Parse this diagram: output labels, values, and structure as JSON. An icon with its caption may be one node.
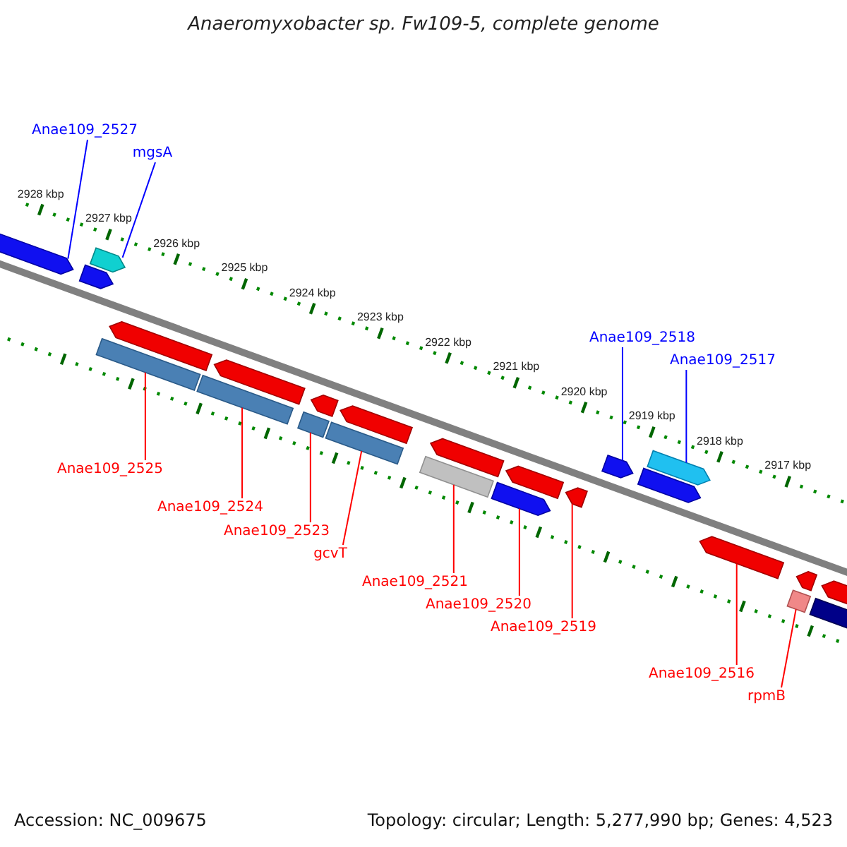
{
  "diagram": {
    "title": "Anaeromyxobacter sp. Fw109-5, complete genome",
    "nodes": [
      {
        "text": [
          "Anae109_2527"
        ]
      },
      {
        "text": [
          "mgsA"
        ]
      },
      {
        "text": [
          "Anae109_2518"
        ]
      },
      {
        "text": [
          "Anae109_2517"
        ]
      },
      {
        "text": [
          "Anae109_2525"
        ]
      },
      {
        "text": [
          "Anae109_2524"
        ]
      },
      {
        "text": [
          "Anae109_2523"
        ]
      },
      {
        "text": [
          "gcvT"
        ]
      },
      {
        "text": [
          "Anae109_2521"
        ]
      },
      {
        "text": [
          "Anae109_2520"
        ]
      },
      {
        "text": [
          "Anae109_2519"
        ]
      },
      {
        "text": [
          "Anae109_2516"
        ]
      },
      {
        "text": [
          "rpmB"
        ]
      },
      {
        "text": [],
        "shape": "arrow"
      },
      {
        "text": [],
        "shape": "arrow"
      },
      {
        "text": [],
        "shape": "arrow"
      },
      {
        "text": [],
        "shape": "bar"
      },
      {
        "text": [],
        "shape": "arrow"
      },
      {
        "text": [],
        "shape": "bar"
      },
      {
        "text": [],
        "shape": "arrow"
      },
      {
        "text": [],
        "shape": "bar"
      },
      {
        "text": [],
        "shape": "arrow"
      },
      {
        "text": [],
        "shape": "bar"
      },
      {
        "text": [],
        "shape": "arrow"
      },
      {
        "text": [],
        "shape": "bar"
      },
      {
        "text": [],
        "shape": "arrow"
      },
      {
        "text": [],
        "shape": "arrow"
      },
      {
        "text": [],
        "shape": "arrow"
      },
      {
        "text": [],
        "shape": "arrow"
      },
      {
        "text": [],
        "shape": "arrow"
      },
      {
        "text": [],
        "shape": "arrow"
      },
      {
        "text": [],
        "shape": "arrow"
      },
      {
        "text": [],
        "shape": "arrow"
      },
      {
        "text": [],
        "shape": "arrow"
      },
      {
        "text": [],
        "shape": "bar"
      },
      {
        "text": [],
        "shape": "arrow"
      },
      {
        "text": [],
        "shape": "arrow"
      }
    ],
    "edges": [
      {
        "from": 0,
        "to": 13,
        "arrow": "none",
        "color": "#0000ff"
      },
      {
        "from": 1,
        "to": 15,
        "arrow": "none",
        "color": "#0000ff"
      },
      {
        "from": 2,
        "to": 29,
        "arrow": "none",
        "color": "#0000ff"
      },
      {
        "from": 3,
        "to": 31,
        "arrow": "none",
        "color": "#0000ff"
      },
      {
        "from": 4,
        "to": 16,
        "arrow": "none"
      },
      {
        "from": 5,
        "to": 18,
        "arrow": "none"
      },
      {
        "from": 6,
        "to": 20,
        "arrow": "none"
      },
      {
        "from": 7,
        "to": 22,
        "arrow": "none"
      },
      {
        "from": 8,
        "to": 24,
        "arrow": "none"
      },
      {
        "from": 9,
        "to": 26,
        "arrow": "none"
      },
      {
        "from": 10,
        "to": 28,
        "arrow": "none"
      },
      {
        "from": 11,
        "to": 32,
        "arrow": "none"
      },
      {
        "from": 12,
        "to": 34,
        "arrow": "none"
      }
    ],
    "labels": [
      "2928 kbp",
      "2927 kbp",
      "2926 kbp",
      "2925 kbp",
      "2924 kbp",
      "2923 kbp",
      "2922 kbp",
      "2921 kbp",
      "2920 kbp",
      "2919 kbp",
      "2918 kbp",
      "2917 kbp",
      "Accession: NC_009675",
      "Topology: circular; Length: 5,277,990 bp; Genes: 4,523"
    ]
  }
}
